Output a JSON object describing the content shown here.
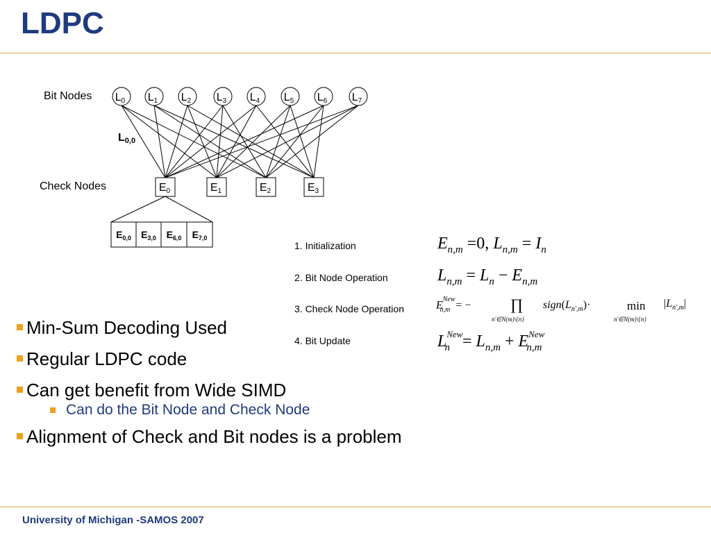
{
  "slide": {
    "title": "LDPC",
    "footer_prefix": "University of Michigan ",
    "footer_suffix": "-SAMOS 2007",
    "accent_color": "#e8a33d",
    "title_color": "#1f3a7d"
  },
  "diagram": {
    "bit_nodes_label": "Bit Nodes",
    "check_nodes_label": "Check Nodes",
    "edge_label": "L",
    "edge_label_sub": "0,0",
    "bit_nodes": [
      {
        "letter": "L",
        "index": "0"
      },
      {
        "letter": "L",
        "index": "1"
      },
      {
        "letter": "L",
        "index": "2"
      },
      {
        "letter": "L",
        "index": "3"
      },
      {
        "letter": "L",
        "index": "4"
      },
      {
        "letter": "L",
        "index": "5"
      },
      {
        "letter": "L",
        "index": "6"
      },
      {
        "letter": "L",
        "index": "7"
      }
    ],
    "check_nodes": [
      {
        "letter": "E",
        "index": "0"
      },
      {
        "letter": "E",
        "index": "1"
      },
      {
        "letter": "E",
        "index": "2"
      },
      {
        "letter": "E",
        "index": "3"
      }
    ],
    "connections": [
      [
        0,
        0
      ],
      [
        0,
        1
      ],
      [
        0,
        2
      ],
      [
        1,
        0
      ],
      [
        1,
        2
      ],
      [
        1,
        3
      ],
      [
        2,
        0
      ],
      [
        2,
        1
      ],
      [
        2,
        3
      ],
      [
        3,
        0
      ],
      [
        3,
        1
      ],
      [
        3,
        2
      ],
      [
        4,
        0
      ],
      [
        4,
        1
      ],
      [
        4,
        3
      ],
      [
        5,
        1
      ],
      [
        5,
        2
      ],
      [
        5,
        3
      ],
      [
        6,
        0
      ],
      [
        6,
        2
      ],
      [
        6,
        3
      ],
      [
        7,
        0
      ],
      [
        7,
        1
      ],
      [
        7,
        2
      ]
    ],
    "memory_cells": [
      {
        "letter": "E",
        "index": "0,0"
      },
      {
        "letter": "E",
        "index": "3,0"
      },
      {
        "letter": "E",
        "index": "6,0"
      },
      {
        "letter": "E",
        "index": "7,0"
      }
    ]
  },
  "steps": [
    "1. Initialization",
    "2. Bit Node Operation",
    "3. Check Node Operation",
    "4. Bit Update"
  ],
  "bullets": {
    "b1": "Min-Sum Decoding Used",
    "b2": "Regular LDPC code",
    "b3": "Can get benefit from Wide SIMD",
    "b3_sub": "Can do the Bit Node and Check Node",
    "b4": "Alignment of Check and Bit nodes is a problem"
  }
}
